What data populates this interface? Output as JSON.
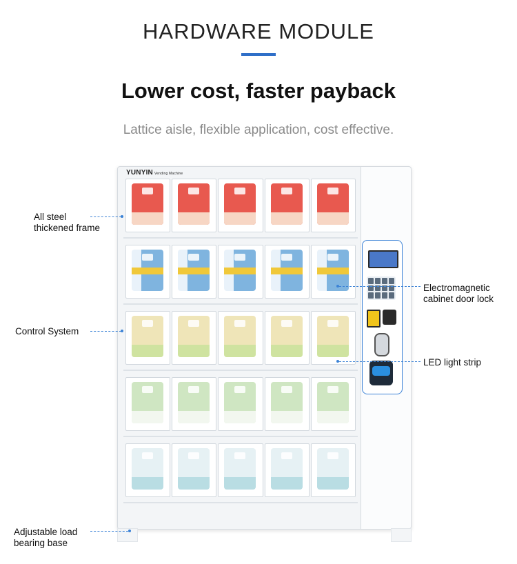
{
  "header": {
    "title": "HARDWARE MODULE",
    "headline": "Lower cost, faster payback",
    "subheadline": "Lattice aisle, flexible application, cost effective."
  },
  "machine": {
    "brand": "YUNYIN",
    "brand_sub": "Vending Machine",
    "rows": [
      {
        "style": "red"
      },
      {
        "style": "blue"
      },
      {
        "style": "yellow"
      },
      {
        "style": "green"
      },
      {
        "style": "white"
      }
    ],
    "columns_per_row": 5
  },
  "callouts": {
    "frame": {
      "line1": "All steel",
      "line2": "thickened frame"
    },
    "control": {
      "line1": "Control System"
    },
    "lock": {
      "line1": "Electromagnetic",
      "line2": "cabinet door lock"
    },
    "led": {
      "line1": "LED light strip"
    },
    "base": {
      "line1": "Adjustable load",
      "line2": "bearing base"
    }
  },
  "colors": {
    "accent": "#2f6fc8",
    "callout_line": "#3b82d6"
  }
}
